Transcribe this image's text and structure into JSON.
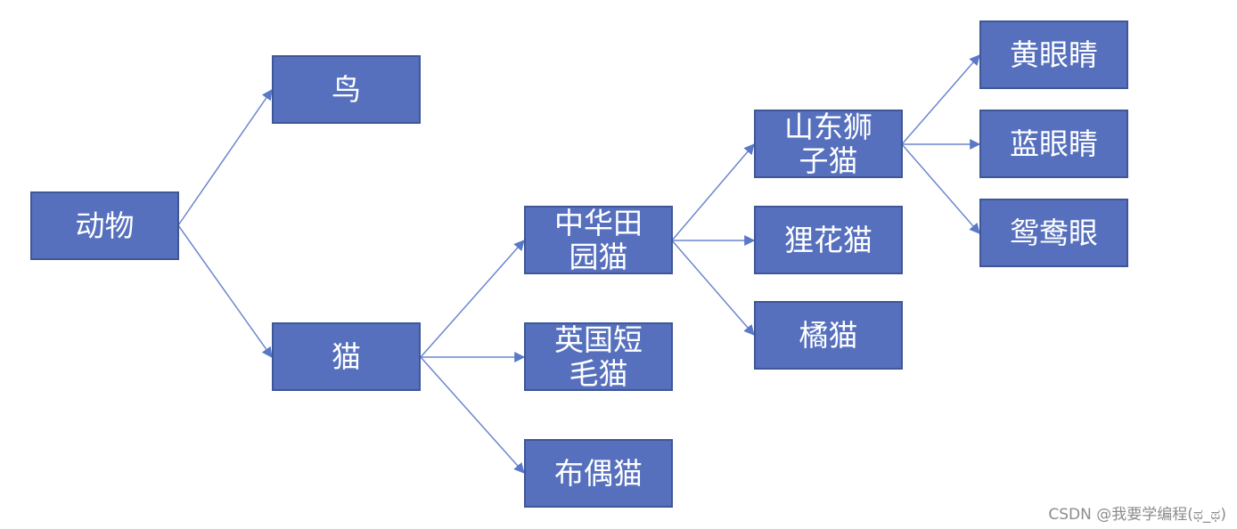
{
  "nodes": {
    "animal": "动物",
    "bird": "鸟",
    "cat": "猫",
    "chinese_garden_cat": "中华田\n园猫",
    "british_shorthair": "英国短\n毛猫",
    "ragdoll": "布偶猫",
    "shandong_lion_cat": "山东狮\n子猫",
    "leopard_cat": "狸花猫",
    "orange_cat": "橘猫",
    "yellow_eyes": "黄眼睛",
    "blue_eyes": "蓝眼睛",
    "odd_eyes": "鸳鸯眼"
  },
  "watermark": "CSDN @我要学编程(ಥ_ಥ)"
}
